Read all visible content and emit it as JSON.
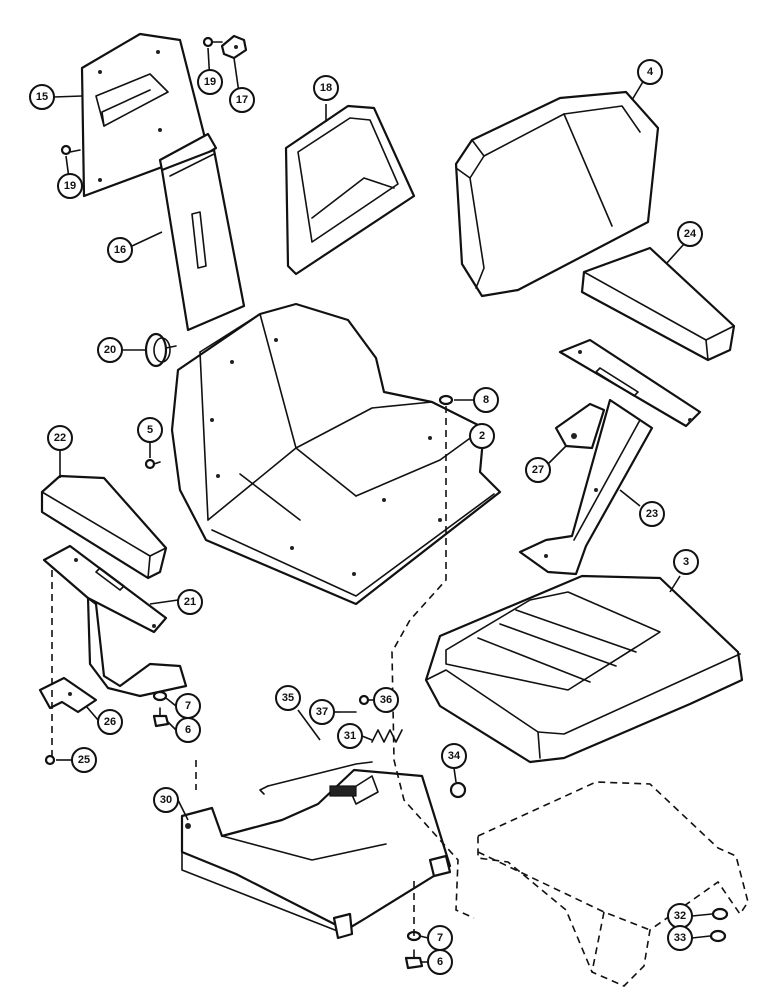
{
  "diagram": {
    "callouts": [
      {
        "id": "c15",
        "label": "15"
      },
      {
        "id": "c19a",
        "label": "19"
      },
      {
        "id": "c17",
        "label": "17"
      },
      {
        "id": "c19b",
        "label": "19"
      },
      {
        "id": "c18",
        "label": "18"
      },
      {
        "id": "c4",
        "label": "4"
      },
      {
        "id": "c16",
        "label": "16"
      },
      {
        "id": "c24",
        "label": "24"
      },
      {
        "id": "c20",
        "label": "20"
      },
      {
        "id": "c8",
        "label": "8"
      },
      {
        "id": "c5",
        "label": "5"
      },
      {
        "id": "c2",
        "label": "2"
      },
      {
        "id": "c22",
        "label": "22"
      },
      {
        "id": "c27",
        "label": "27"
      },
      {
        "id": "c23",
        "label": "23"
      },
      {
        "id": "c3",
        "label": "3"
      },
      {
        "id": "c21",
        "label": "21"
      },
      {
        "id": "c7a",
        "label": "7"
      },
      {
        "id": "c26",
        "label": "26"
      },
      {
        "id": "c6a",
        "label": "6"
      },
      {
        "id": "c35",
        "label": "35"
      },
      {
        "id": "c36",
        "label": "36"
      },
      {
        "id": "c37",
        "label": "37"
      },
      {
        "id": "c25",
        "label": "25"
      },
      {
        "id": "c31",
        "label": "31"
      },
      {
        "id": "c34",
        "label": "34"
      },
      {
        "id": "c30",
        "label": "30"
      },
      {
        "id": "c32",
        "label": "32"
      },
      {
        "id": "c33",
        "label": "33"
      },
      {
        "id": "c7b",
        "label": "7"
      },
      {
        "id": "c6b",
        "label": "6"
      }
    ]
  }
}
